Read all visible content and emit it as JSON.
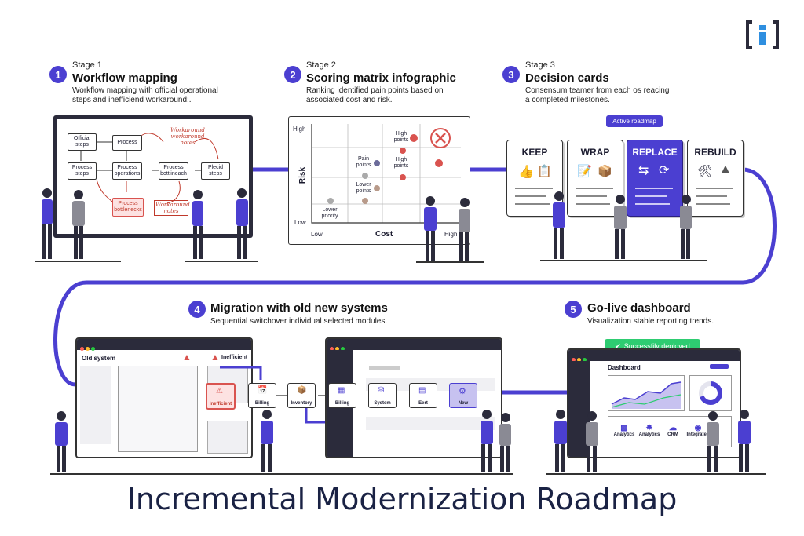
{
  "logo": {
    "text": "[i]"
  },
  "colors": {
    "accent": "#4b3fd1",
    "red": "#d9534f",
    "green": "#2ecc71",
    "dark": "#2b2b3b"
  },
  "stages": [
    {
      "num": "1",
      "label": "Stage 1",
      "title": "Workflow mapping",
      "desc": [
        "Workflow mapping with official operational",
        "steps and inefficiend workaround:."
      ]
    },
    {
      "num": "2",
      "label": "Stage 2",
      "title": "Scoring matrix infographic",
      "desc": [
        "Ranking identified pain points based on",
        "associated cost and risk."
      ]
    },
    {
      "num": "3",
      "label": "Stage 3",
      "title": "Decision cards",
      "desc": [
        "Consensum teamer from each os reacing",
        "a completed milestones."
      ]
    },
    {
      "num": "4",
      "label": "",
      "title": "Migration with old new systems",
      "desc": [
        "Sequential switchover individual selected modules."
      ]
    },
    {
      "num": "5",
      "label": "",
      "title": "Go-live dashboard",
      "desc": [
        "Visualization stable reporting trends."
      ]
    }
  ],
  "workflow": {
    "official_steps": "Official steps",
    "process": "Process",
    "process_steps": "Process steps",
    "process_operations": "Process operations",
    "process_bottleneck": "Process bottlineach",
    "placid_steps": "Plecid steps",
    "process_bottlenecks": "Process bottlenecks",
    "workaround_notes_1": "Workaround workaround notes",
    "workaround_notes_2": "Workaround notes"
  },
  "matrix": {
    "y_axis": "Risk",
    "x_axis": "Cost",
    "y_high": "High",
    "y_low": "Low",
    "x_low": "Low",
    "x_high": "High",
    "labels": {
      "high_points_1": "High points",
      "high_points_2": "High points",
      "pain_points": "Pain points",
      "lower_points": "Lower points",
      "lower_priority": "Lower priority"
    }
  },
  "decision": {
    "active_roadmap": "Active roadmap",
    "cards": [
      "KEEP",
      "WRAP",
      "REPLACE",
      "REBUILD"
    ]
  },
  "migration": {
    "old_system": "Old system",
    "inefficient_header": "Inefficient",
    "inefficient_module": "Inefficient",
    "modules": [
      "Billing",
      "Inventory",
      "Billing",
      "System",
      "Eert",
      "New"
    ]
  },
  "dashboard": {
    "deployed": "Successfily deployed",
    "title": "Dashboard",
    "apps": [
      "Analytics",
      "Analytics",
      "CRM",
      "Integrated"
    ]
  },
  "main_title": "Incremental Modernization Roadmap"
}
